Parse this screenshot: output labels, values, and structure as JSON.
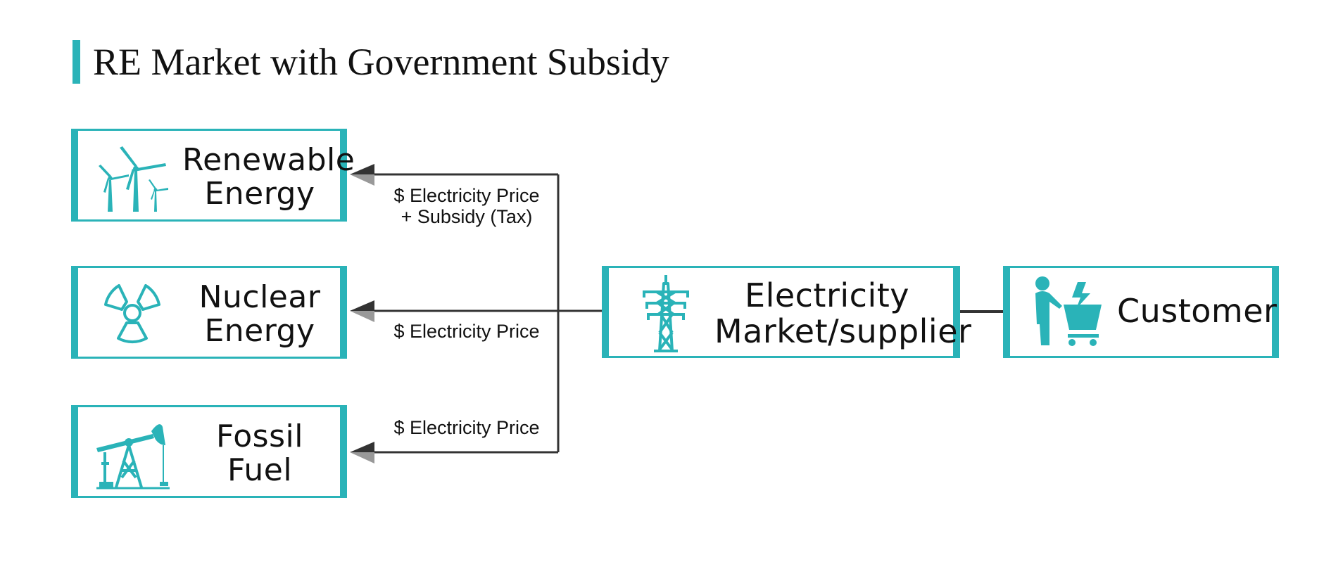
{
  "title": "RE Market with Government Subsidy",
  "colors": {
    "accent": "#2ab3b8",
    "line": "#333333",
    "text": "#111111"
  },
  "nodes": {
    "renewable": {
      "line1": "Renewable",
      "line2": "Energy",
      "icon": "wind-turbine-icon"
    },
    "nuclear": {
      "line1": "Nuclear",
      "line2": "Energy",
      "icon": "radiation-icon"
    },
    "fossil": {
      "line1": "Fossil",
      "line2": "Fuel",
      "icon": "oil-pump-icon"
    },
    "market": {
      "line1": "Electricity",
      "line2": "Market/supplier",
      "icon": "power-tower-icon"
    },
    "customer": {
      "label": "Customer",
      "icon": "shopping-cart-customer-icon"
    }
  },
  "edges": {
    "to_renewable": {
      "line1": "$ Electricity Price",
      "line2": "+ Subsidy (Tax)"
    },
    "to_nuclear": {
      "line1": "$ Electricity Price"
    },
    "to_fossil": {
      "line1": "$ Electricity Price"
    }
  }
}
